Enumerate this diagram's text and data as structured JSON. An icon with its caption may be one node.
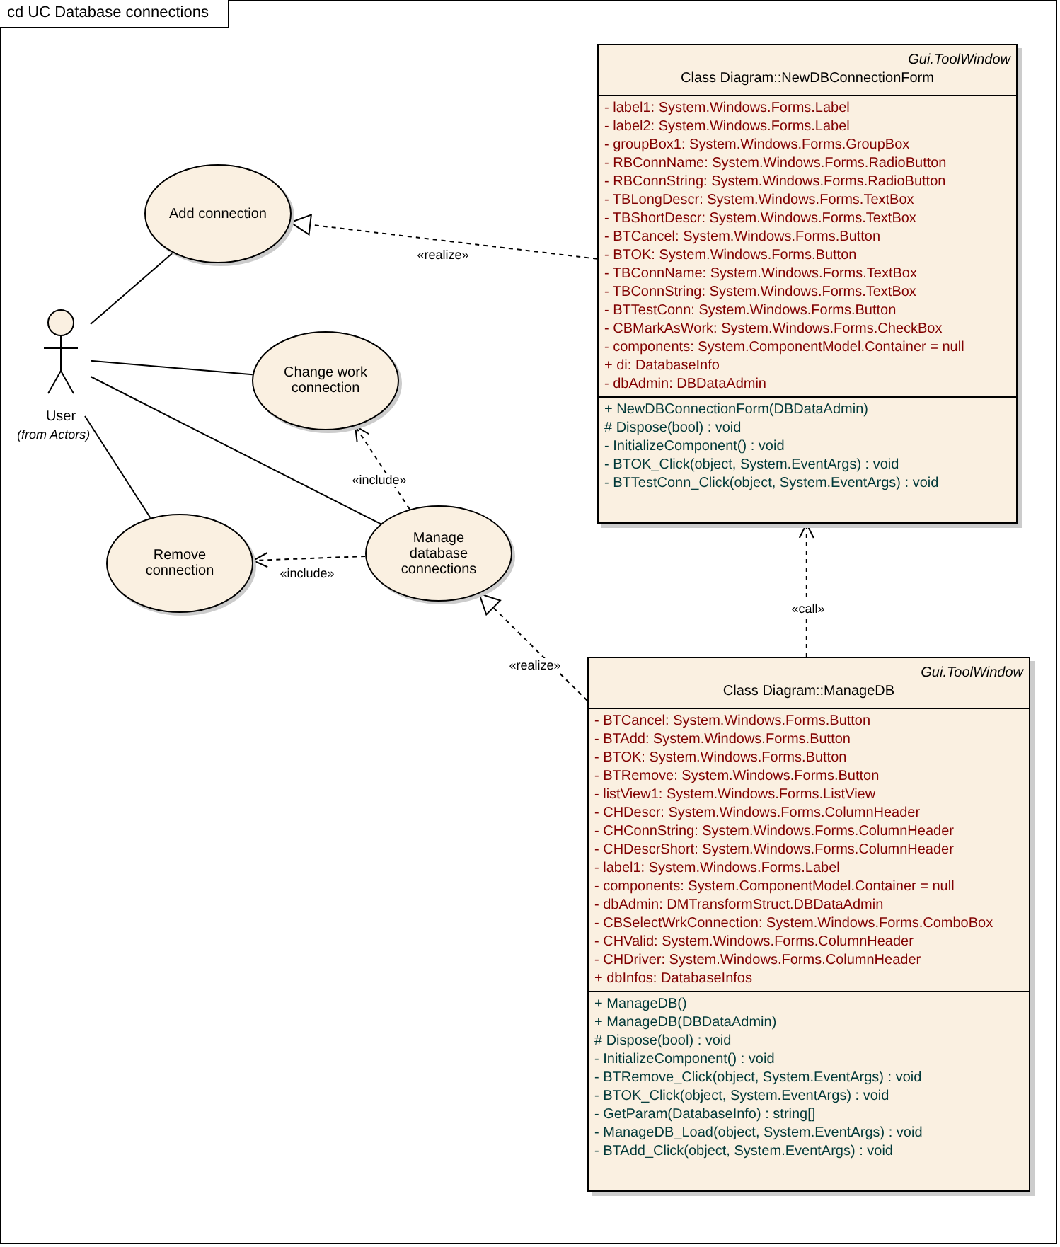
{
  "diagram": {
    "title": "cd UC Database connections",
    "nodes": [
      {
        "text": [
          "User"
        ],
        "beside": [
          "(from Actors)"
        ]
      },
      {
        "text": [
          "Add connection"
        ]
      },
      {
        "text": [
          "Change work connection"
        ]
      },
      {
        "text": [
          "Manage database connections"
        ]
      },
      {
        "text": [
          "Remove connection"
        ]
      },
      {
        "text": [
          "Gui.ToolWindow",
          "Class Diagram::NewDBConnectionForm",
          "- label1: System.Windows.Forms.Label",
          "- label2: System.Windows.Forms.Label",
          "- groupBox1: System.Windows.Forms.GroupBox",
          "- RBConnName: System.Windows.Forms.RadioButton",
          "- RBConnString: System.Windows.Forms.RadioButton",
          "- TBLongDescr: System.Windows.Forms.TextBox",
          "- TBShortDescr: System.Windows.Forms.TextBox",
          "- BTCancel: System.Windows.Forms.Button",
          "- BTOK: System.Windows.Forms.Button",
          "- TBConnName: System.Windows.Forms.TextBox",
          "- TBConnString: System.Windows.Forms.TextBox",
          "- BTTestConn: System.Windows.Forms.Button",
          "- CBMarkAsWork: System.Windows.Forms.CheckBox",
          "- components: System.ComponentModel.Container = null",
          "+ di: DatabaseInfo",
          "- dbAdmin: DBDataAdmin",
          "+ NewDBConnectionForm(DBDataAdmin)",
          "# Dispose(bool) : void",
          "- InitializeComponent() : void",
          "- BTOK_Click(object, System.EventArgs) : void",
          "- BTTestConn_Click(object, System.EventArgs) : void"
        ]
      },
      {
        "text": [
          "Gui.ToolWindow",
          "Class Diagram::ManageDB",
          "- BTCancel: System.Windows.Forms.Button",
          "- BTAdd: System.Windows.Forms.Button",
          "- BTOK: System.Windows.Forms.Button",
          "- BTRemove: System.Windows.Forms.Button",
          "- listView1: System.Windows.Forms.ListView",
          "- CHDescr: System.Windows.Forms.ColumnHeader",
          "- CHConnString: System.Windows.Forms.ColumnHeader",
          "- CHDescrShort: System.Windows.Forms.ColumnHeader",
          "- label1: System.Windows.Forms.Label",
          "- components: System.ComponentModel.Container = null",
          "- dbAdmin: DMTransformStruct.DBDataAdmin",
          "- CBSelectWrkConnection: System.Windows.Forms.ComboBox",
          "- CHValid: System.Windows.Forms.ColumnHeader",
          "- CHDriver: System.Windows.Forms.ColumnHeader",
          "+ dbInfos: DatabaseInfos",
          "+ ManageDB()",
          "+ ManageDB(DBDataAdmin)",
          "# Dispose(bool) : void",
          "- InitializeComponent() : void",
          "- BTRemove_Click(object, System.EventArgs) : void",
          "- BTOK_Click(object, System.EventArgs) : void",
          "- GetParam(DatabaseInfo) : string[]",
          "- ManageDB_Load(object, System.EventArgs) : void",
          "- BTAdd_Click(object, System.EventArgs) : void"
        ]
      }
    ],
    "edges": [
      {
        "from": 0,
        "to": 1,
        "arrow": "none"
      },
      {
        "from": 0,
        "to": 2,
        "arrow": "none"
      },
      {
        "from": 0,
        "to": 3,
        "arrow": "none"
      },
      {
        "from": 0,
        "to": 4,
        "arrow": "none"
      },
      {
        "from": 5,
        "to": 1,
        "arrow": "to",
        "label": "«realize»",
        "style": "dashed"
      },
      {
        "from": 3,
        "to": 2,
        "arrow": "to",
        "label": "«include»",
        "style": "dashed"
      },
      {
        "from": 3,
        "to": 4,
        "arrow": "to",
        "label": "«include»",
        "style": "dashed"
      },
      {
        "from": 6,
        "to": 3,
        "arrow": "to",
        "label": "«realize»",
        "style": "dashed"
      },
      {
        "from": 6,
        "to": 5,
        "arrow": "to",
        "label": "«call»",
        "style": "dashed"
      }
    ]
  }
}
